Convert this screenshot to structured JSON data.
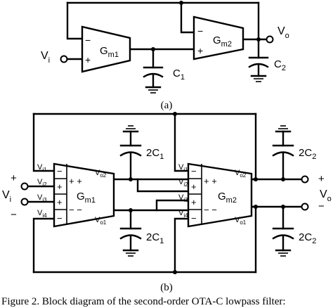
{
  "figure_a": {
    "label": "(a)",
    "amp1": {
      "name": "G",
      "sub": "m1",
      "minus": "−",
      "plus": "+"
    },
    "amp2": {
      "name": "G",
      "sub": "m2",
      "minus": "−",
      "plus": "+"
    },
    "input": {
      "name": "V",
      "sub": "i"
    },
    "output": {
      "name": "V",
      "sub": "o"
    },
    "cap1": {
      "name": "C",
      "sub": "1"
    },
    "cap2": {
      "name": "C",
      "sub": "2"
    }
  },
  "figure_b": {
    "label": "(b)",
    "amp1": {
      "name": "G",
      "sub": "m1",
      "pins": [
        {
          "name": "V",
          "sub": "i1"
        },
        {
          "name": "V",
          "sub": "i2"
        },
        {
          "name": "V",
          "sub": "i3"
        },
        {
          "name": "V",
          "sub": "i4"
        }
      ],
      "out_top": {
        "name": "V",
        "sub": "o2"
      },
      "out_bottom": {
        "name": "V",
        "sub": "o1"
      },
      "signs_left": [
        "−",
        "+",
        "+",
        "−"
      ],
      "signs_right_top": "+ +",
      "signs_right_bottom": "− −"
    },
    "amp2": {
      "name": "G",
      "sub": "m2",
      "pins": [
        {
          "name": "V",
          "sub": "i1"
        },
        {
          "name": "V",
          "sub": "i2"
        },
        {
          "name": "V",
          "sub": "i3"
        },
        {
          "name": "V",
          "sub": "i4"
        }
      ],
      "out_top": {
        "name": "V",
        "sub": "o2"
      },
      "out_bottom": {
        "name": "V",
        "sub": "o1"
      },
      "signs_left": [
        "−",
        "+",
        "+",
        "−"
      ],
      "signs_right_top": "+ +",
      "signs_right_bottom": "− −"
    },
    "input": {
      "name": "V",
      "sub": "i",
      "plus": "+",
      "minus": "−"
    },
    "output": {
      "name": "V",
      "sub": "o",
      "plus": "+",
      "minus": "−"
    },
    "cap1_top": "2C",
    "cap1_top_sub": "1",
    "cap1_bottom": "2C",
    "cap1_bottom_sub": "1",
    "cap2_top": "2C",
    "cap2_top_sub": "2",
    "cap2_bottom": "2C",
    "cap2_bottom_sub": "2"
  },
  "caption": "Figure 2.   Block diagram of the second-order OTA-C lowpass filter:"
}
